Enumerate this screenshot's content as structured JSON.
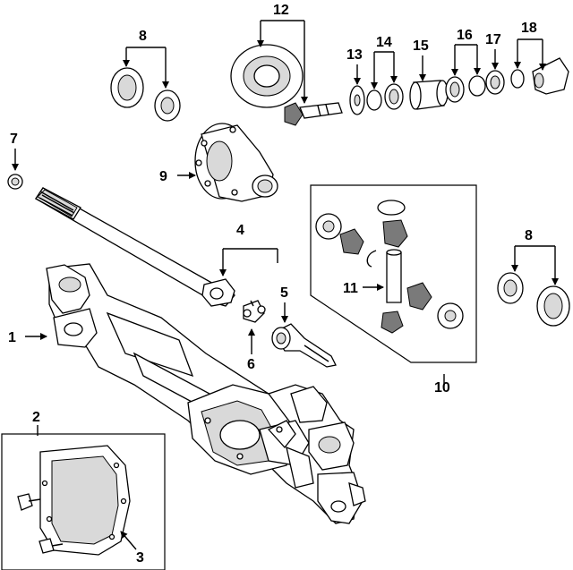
{
  "callouts": {
    "c1": "1",
    "c2": "2",
    "c3": "3",
    "c4": "4",
    "c5": "5",
    "c6": "6",
    "c7": "7",
    "c8a": "8",
    "c8b": "8",
    "c9": "9",
    "c10": "10",
    "c11": "11",
    "c12": "12",
    "c13": "13",
    "c14": "14",
    "c15": "15",
    "c16": "16",
    "c17": "17",
    "c18": "18"
  },
  "colors": {
    "line": "#000000",
    "fill": "#ffffff",
    "shade": "#d9d9d9",
    "dark": "#7a7a7a"
  }
}
